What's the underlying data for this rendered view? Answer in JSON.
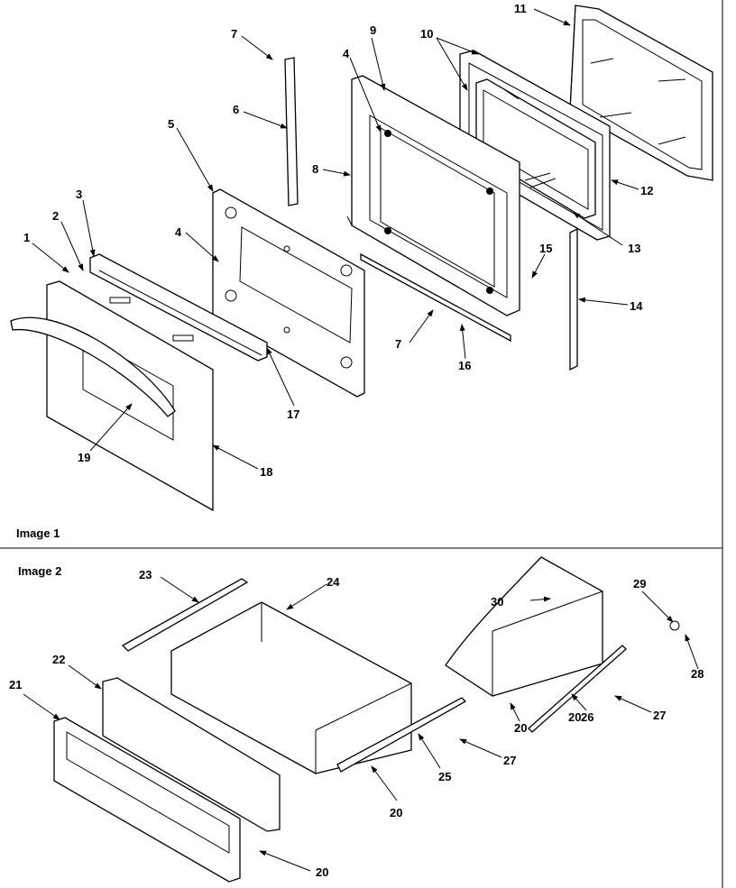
{
  "panels": [
    {
      "label": "Image 1"
    },
    {
      "label": "Image 2"
    }
  ],
  "callouts": [
    "1",
    "2",
    "3",
    "4",
    "4",
    "5",
    "6",
    "7",
    "7",
    "8",
    "9",
    "10",
    "11",
    "12",
    "13",
    "14",
    "15",
    "16",
    "17",
    "18",
    "19",
    "20",
    "20",
    "20",
    "20",
    "21",
    "22",
    "23",
    "24",
    "25",
    "26",
    "27",
    "27",
    "28",
    "29",
    "30"
  ],
  "colors": {
    "line": "#000000",
    "background": "#ffffff"
  }
}
